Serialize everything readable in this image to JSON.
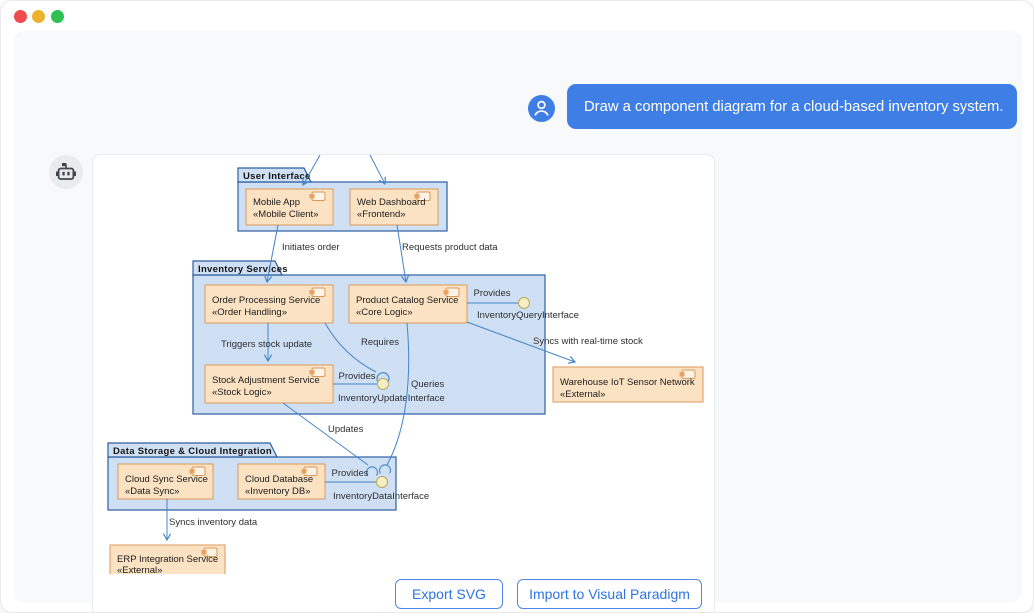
{
  "chat": {
    "message": "Draw a component diagram for a cloud-based inventory system."
  },
  "icons": {
    "user": "user-icon",
    "assistant": "robot-icon",
    "component_symbol": "component-icon"
  },
  "diagram": {
    "packages": [
      {
        "name": "User Interface"
      },
      {
        "name": "Inventory Services"
      },
      {
        "name": "Data Storage & Cloud Integration"
      }
    ],
    "components": [
      {
        "name": "Mobile App",
        "stereotype": "«Mobile Client»"
      },
      {
        "name": "Web Dashboard",
        "stereotype": "«Frontend»"
      },
      {
        "name": "Order Processing Service",
        "stereotype": "«Order Handling»"
      },
      {
        "name": "Product Catalog Service",
        "stereotype": "«Core Logic»"
      },
      {
        "name": "Stock Adjustment Service",
        "stereotype": "«Stock Logic»"
      },
      {
        "name": "Warehouse IoT Sensor Network",
        "stereotype": "«External»"
      },
      {
        "name": "Cloud Sync Service",
        "stereotype": "«Data Sync»"
      },
      {
        "name": "Cloud Database",
        "stereotype": "«Inventory DB»"
      },
      {
        "name": "ERP Integration Service",
        "stereotype": "«External»"
      }
    ],
    "labels": {
      "initiates_order": "Initiates order",
      "requests_product_data": "Requests product data",
      "provides_query": "Provides",
      "inventory_query_interface": "InventoryQueryInterface",
      "triggers_stock_update": "Triggers stock update",
      "requires": "Requires",
      "provides_update": "Provides",
      "inventory_update_interface": "InventoryUpdateInterface",
      "queries": "Queries",
      "syncs_realtime": "Syncs with real-time stock",
      "updates": "Updates",
      "provides_data": "Provides",
      "inventory_data_interface": "InventoryDataInterface",
      "syncs_inventory_data": "Syncs inventory data"
    }
  },
  "actions": {
    "export_label": "Export SVG",
    "import_label": "Import to Visual Paradigm"
  },
  "colors": {
    "accent_blue": "#3e7ee5",
    "button_blue": "#2d74e4",
    "package_fill": "#cfe0f5",
    "package_border": "#2e5e9e",
    "component_fill": "#fbe2c3",
    "component_border": "#d8995a",
    "connector": "#4584c6",
    "interface_ball_fill": "#f7efc4",
    "interface_ball_border": "#b9a75f",
    "traffic_red": "#ef4d4d",
    "traffic_yellow": "#ecb22e",
    "traffic_green": "#30c153"
  }
}
